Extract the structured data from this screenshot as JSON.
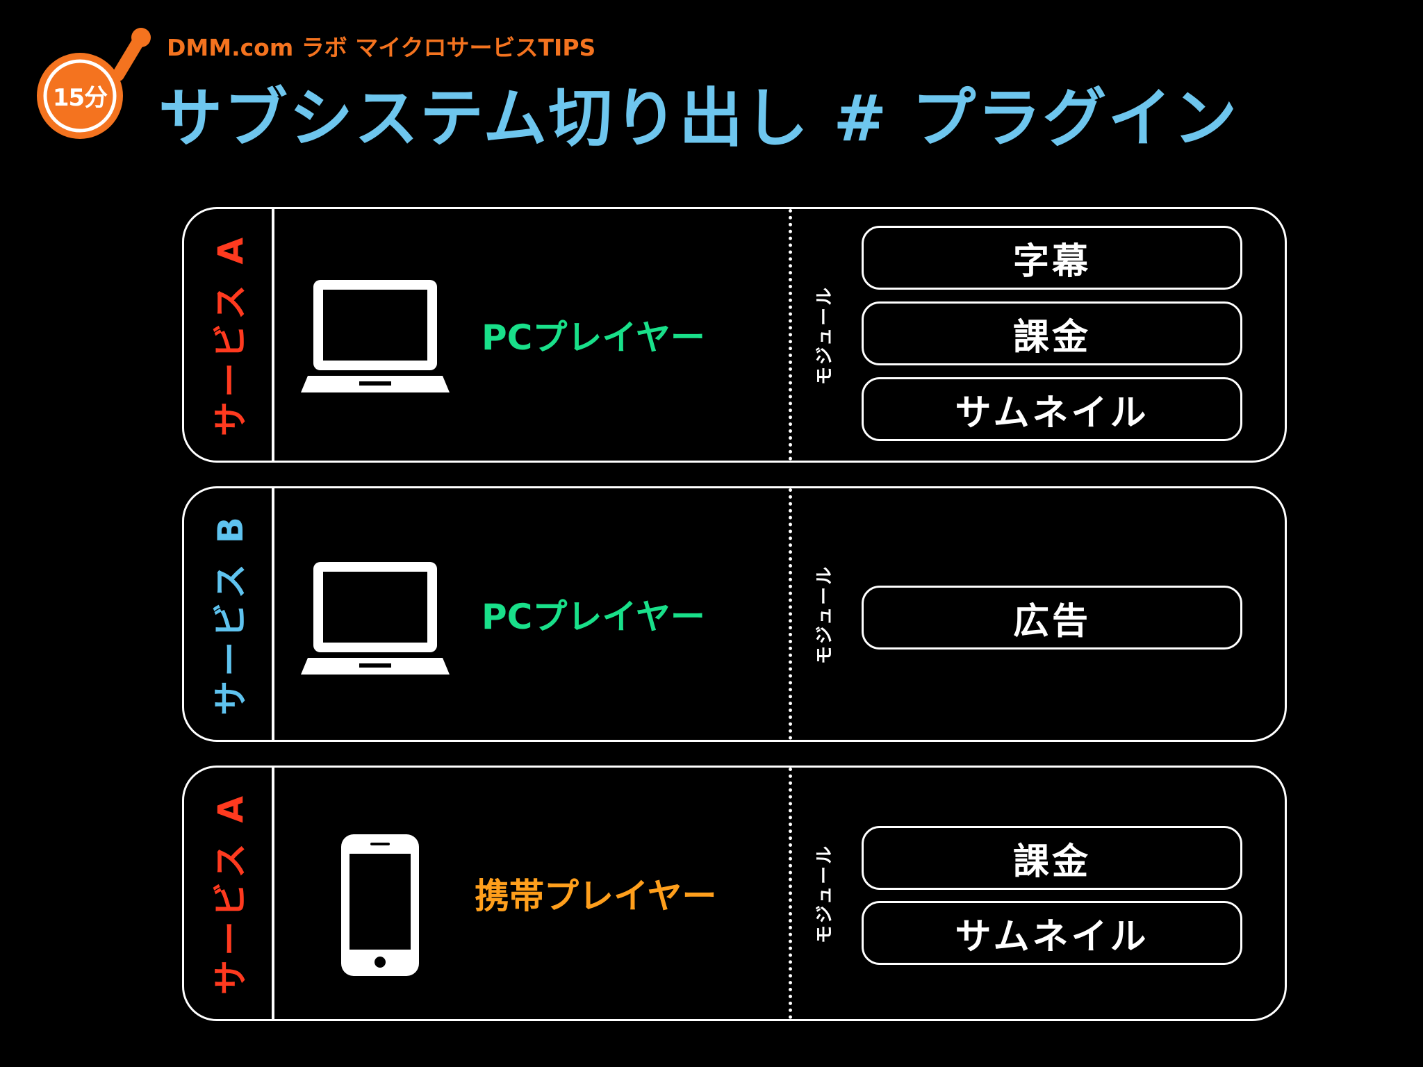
{
  "header": {
    "badge": "15分",
    "subtitle": "DMM.com ラボ マイクロサービスTIPS",
    "title": "サブシステム切り出し # プラグイン"
  },
  "colors": {
    "orange": "#f4731f",
    "title_blue": "#6ec6ee",
    "service_a_red": "#ff3a1f",
    "service_b_blue": "#5fc3ef",
    "pc_green": "#19e08a",
    "mobile_orange": "#ff9f1c"
  },
  "panels": [
    {
      "service": "サービス A",
      "device": "laptop-icon",
      "player": "PCプレイヤー",
      "module_label": "モジュール",
      "modules": [
        "字幕",
        "課金",
        "サムネイル"
      ]
    },
    {
      "service": "サービス B",
      "device": "laptop-icon",
      "player": "PCプレイヤー",
      "module_label": "モジュール",
      "modules": [
        "広告"
      ]
    },
    {
      "service": "サービス A",
      "device": "smartphone-icon",
      "player": "携帯プレイヤー",
      "module_label": "モジュール",
      "modules": [
        "課金",
        "サムネイル"
      ]
    }
  ]
}
